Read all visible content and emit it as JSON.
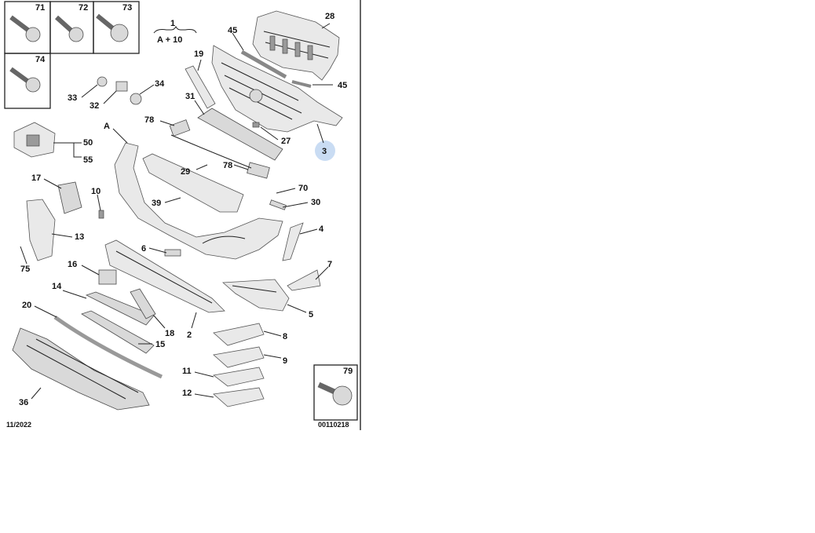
{
  "callout_numbers": [
    "71",
    "72",
    "73",
    "74",
    "1",
    "A + 10",
    "28",
    "45",
    "45",
    "19",
    "33",
    "32",
    "34",
    "31",
    "78",
    "27",
    "3",
    "A",
    "50",
    "55",
    "29",
    "78",
    "17",
    "10",
    "70",
    "39",
    "30",
    "4",
    "13",
    "75",
    "6",
    "16",
    "7",
    "14",
    "5",
    "20",
    "18",
    "2",
    "15",
    "8",
    "9",
    "11",
    "79",
    "12",
    "36"
  ],
  "footer": {
    "date": "11/2022",
    "reference": "00110218"
  },
  "colors": {
    "highlight_circle": "#c9dcf3",
    "lines": "#222222",
    "parts": "#e9e9e9"
  }
}
